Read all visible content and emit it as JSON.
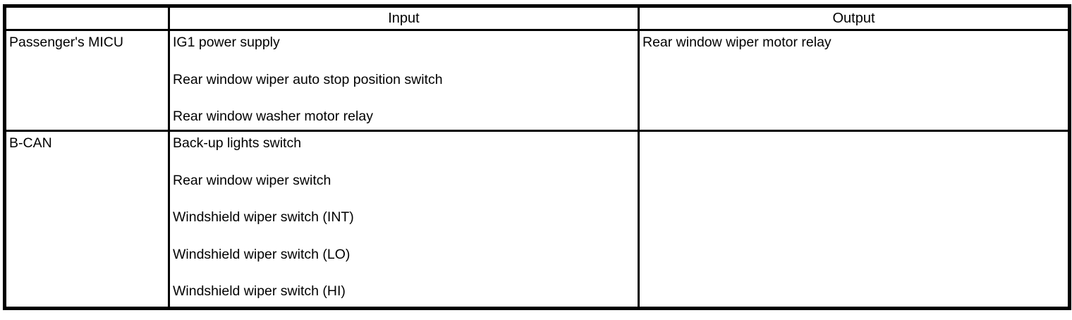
{
  "table": {
    "header": {
      "source": "",
      "input": "Input",
      "output": "Output"
    },
    "rows": [
      {
        "source": "Passenger's MICU",
        "inputs": [
          "IG1 power supply",
          "Rear window wiper auto stop position switch",
          "Rear window washer motor relay"
        ],
        "outputs": [
          "Rear window wiper motor relay"
        ]
      },
      {
        "source": "B-CAN",
        "inputs": [
          "Back-up lights switch",
          "Rear window wiper switch",
          "Windshield wiper switch (INT)",
          "Windshield wiper switch (LO)",
          "Windshield wiper switch (HI)"
        ],
        "outputs": []
      }
    ],
    "colors": {
      "border": "#000000",
      "background": "#ffffff",
      "text": "#000000"
    }
  }
}
